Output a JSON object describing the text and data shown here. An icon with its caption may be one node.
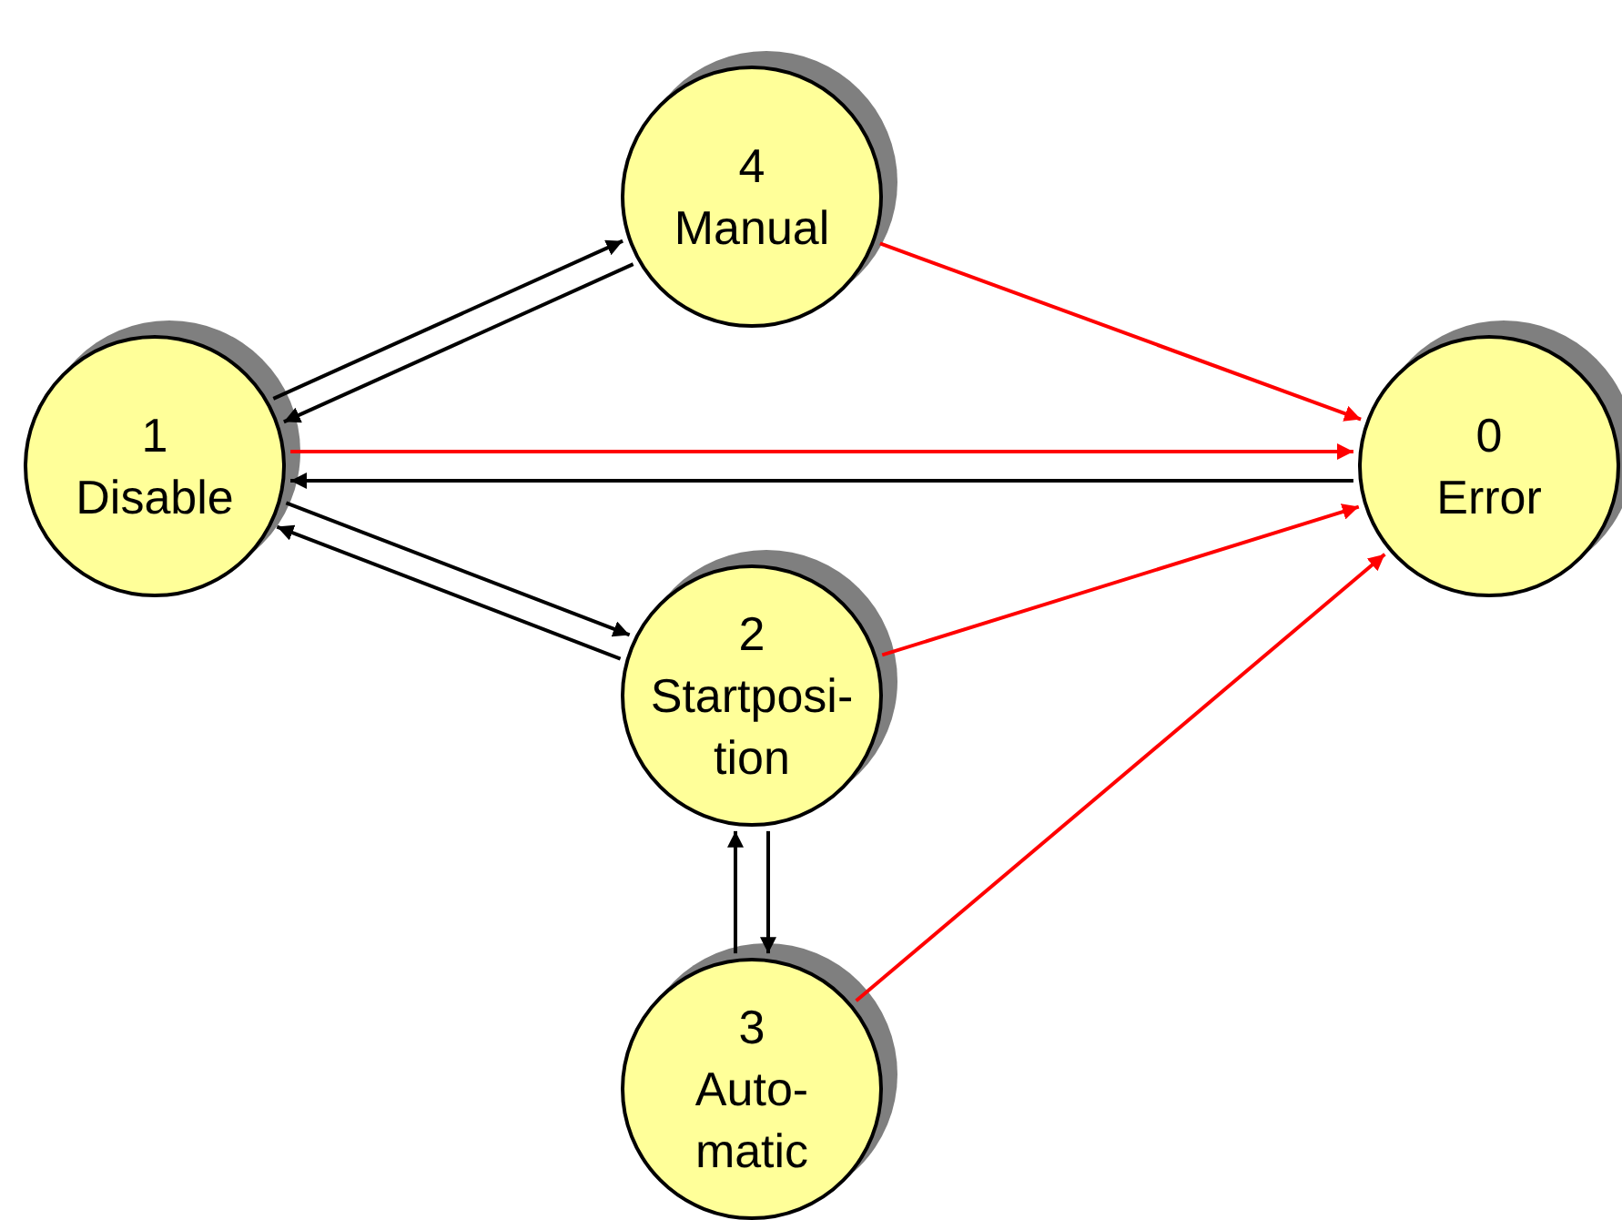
{
  "diagram": {
    "nodes": [
      {
        "text": [
          "4",
          "Manual"
        ]
      },
      {
        "text": [
          "1",
          "Disable"
        ]
      },
      {
        "text": [
          "0",
          "Error"
        ]
      },
      {
        "text": [
          "2",
          "Startposi- tion"
        ]
      },
      {
        "text": [
          "3",
          "Auto- matic"
        ]
      }
    ],
    "edges": [
      {
        "from": 1,
        "to": 0,
        "arrow": "to"
      },
      {
        "from": 0,
        "to": 1,
        "arrow": "to"
      },
      {
        "from": 1,
        "to": 2,
        "arrow": "to",
        "color": "#ff0000"
      },
      {
        "from": 2,
        "to": 1,
        "arrow": "to"
      },
      {
        "from": 1,
        "to": 3,
        "arrow": "to"
      },
      {
        "from": 3,
        "to": 1,
        "arrow": "to"
      },
      {
        "from": 0,
        "to": 2,
        "arrow": "to",
        "color": "#ff0000"
      },
      {
        "from": 3,
        "to": 2,
        "arrow": "to",
        "color": "#ff0000"
      },
      {
        "from": 4,
        "to": 2,
        "arrow": "to",
        "color": "#ff0000"
      },
      {
        "from": 3,
        "to": 4,
        "arrow": "to"
      },
      {
        "from": 4,
        "to": 3,
        "arrow": "to"
      }
    ]
  }
}
